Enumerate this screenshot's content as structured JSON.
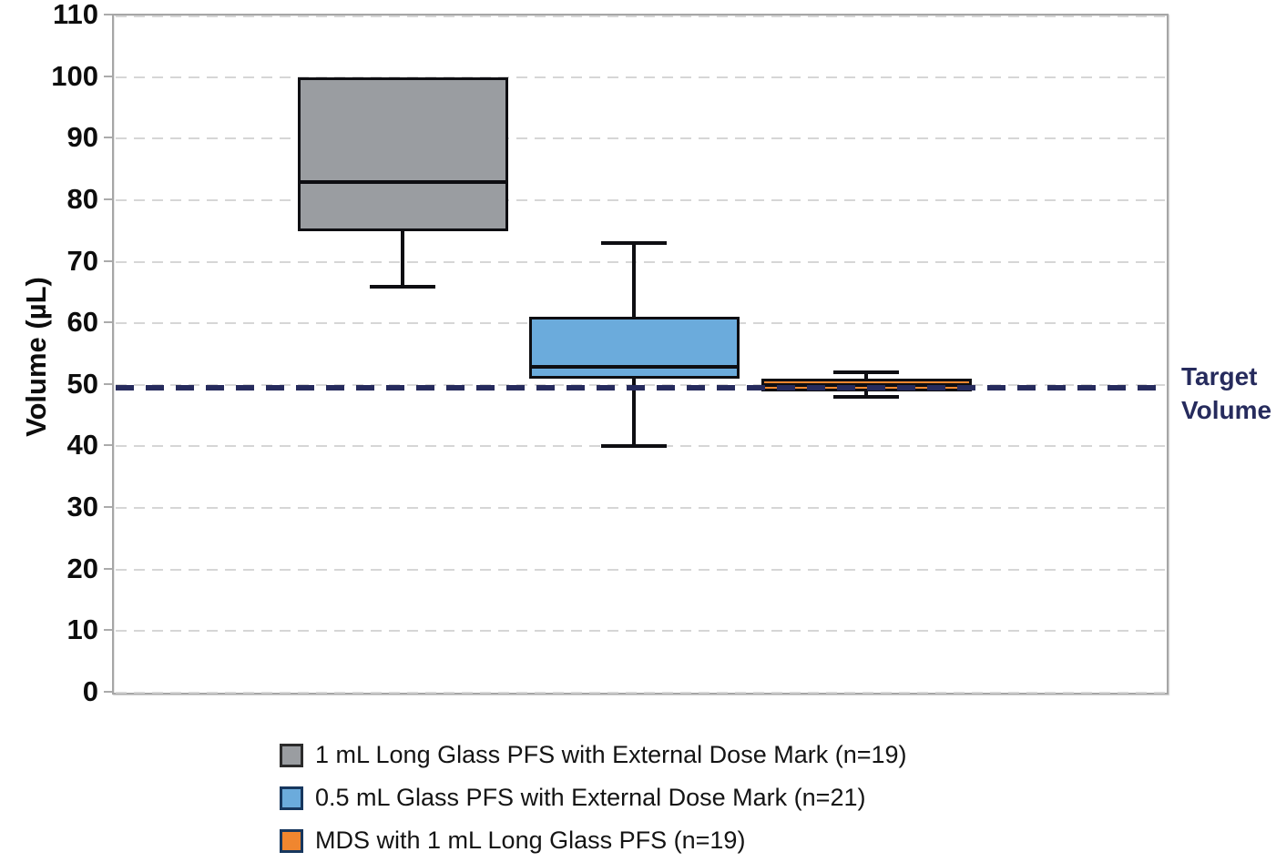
{
  "chart_data": {
    "type": "boxplot",
    "title": "",
    "xlabel": "",
    "ylabel": "Volume (µL)",
    "ylim": [
      0,
      110
    ],
    "ytick_step": 10,
    "yticks": [
      110,
      100,
      90,
      80,
      70,
      60,
      50,
      40,
      30,
      20,
      10,
      0
    ],
    "grid": "horizontal dashed light-gray",
    "legend_position": "bottom",
    "target_line": {
      "value": 50,
      "style": "dashed",
      "color": "#262b5d",
      "label_line1": "Target",
      "label_line2": "Volume"
    },
    "series": [
      {
        "name": "1 mL Long Glass PFS with External Dose Mark (n=19)",
        "fill": "#9a9da1",
        "marker_border": "#2b2b2b",
        "whisker_low": 66,
        "q1": 75,
        "median": 83,
        "q3": 100,
        "whisker_high": 100
      },
      {
        "name": "0.5 mL Glass PFS with External Dose Mark (n=21)",
        "fill": "#6babdc",
        "marker_border": "#17375e",
        "whisker_low": 40,
        "q1": 51,
        "median": 53,
        "q3": 61,
        "whisker_high": 73
      },
      {
        "name": "MDS with 1 mL Long Glass PFS (n=19)",
        "fill": "#f0862f",
        "marker_border": "#17375e",
        "whisker_low": 48,
        "q1": 49,
        "median": 50,
        "q3": 51,
        "whisker_high": 52
      }
    ]
  },
  "colors": {
    "grid": "#d6d6d6",
    "box_border": "#0e0e12",
    "target_navy": "#262b5d",
    "plot_frame": "#a6a6a6",
    "text": "#0d0d0d"
  }
}
